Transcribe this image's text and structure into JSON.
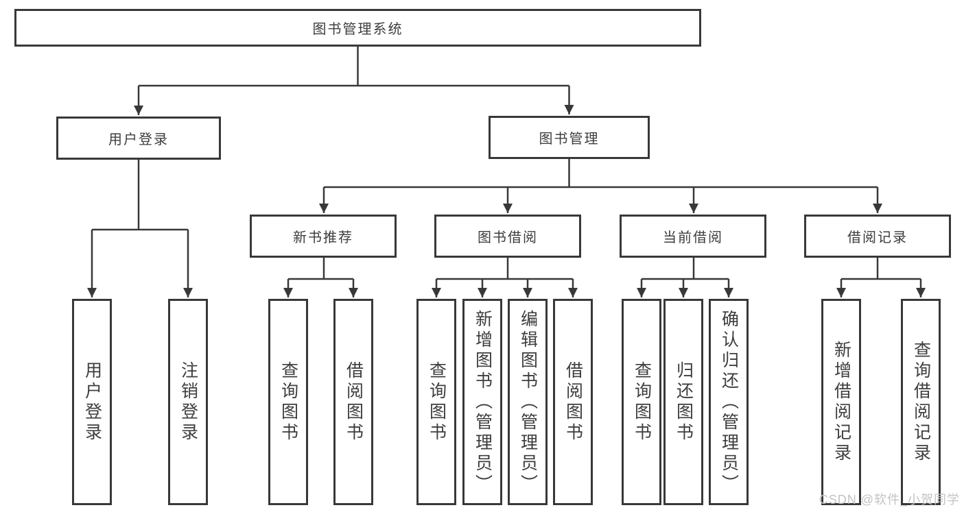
{
  "diagram_title": "图书管理系统",
  "tree": {
    "label": "图书管理系统",
    "children": [
      {
        "label": "用户登录",
        "children": [
          {
            "label": "用户登录"
          },
          {
            "label": "注销登录"
          }
        ]
      },
      {
        "label": "图书管理",
        "children": [
          {
            "label": "新书推荐",
            "children": [
              {
                "label": "查询图书"
              },
              {
                "label": "借阅图书"
              }
            ]
          },
          {
            "label": "图书借阅",
            "children": [
              {
                "label": "查询图书"
              },
              {
                "label": "新增图书（管理员）"
              },
              {
                "label": "编辑图书（管理员）"
              },
              {
                "label": "借阅图书"
              }
            ]
          },
          {
            "label": "当前借阅",
            "children": [
              {
                "label": "查询图书"
              },
              {
                "label": "归还图书"
              },
              {
                "label": "确认归还（管理员）"
              }
            ]
          },
          {
            "label": "借阅记录",
            "children": [
              {
                "label": "新增借阅记录"
              },
              {
                "label": "查询借阅记录"
              }
            ]
          }
        ]
      }
    ]
  },
  "watermark": "CSDN @软件_小贺同学",
  "colors": {
    "line": "#383838",
    "box_border": "#383838",
    "text": "#3d3d3d",
    "background": "#ffffff",
    "watermark": "#c3c3c3"
  }
}
